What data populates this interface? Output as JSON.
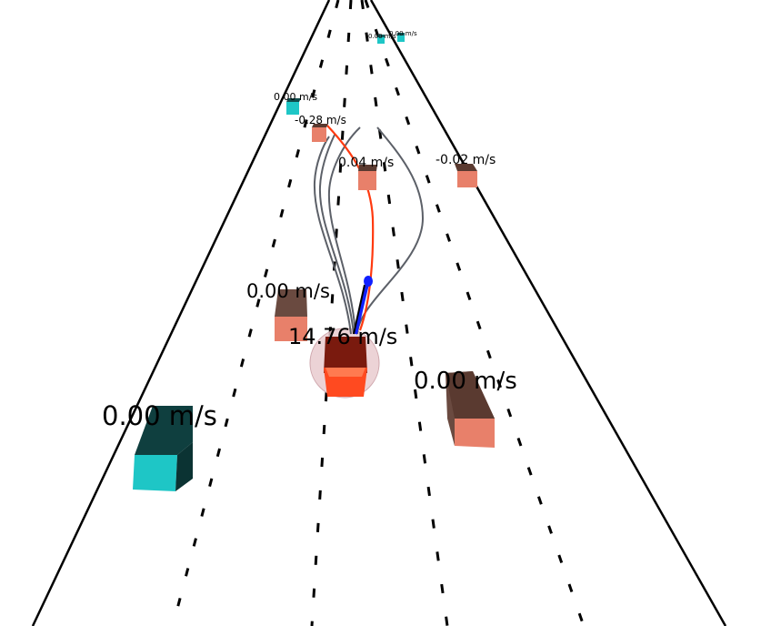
{
  "colors": {
    "background": "#ffffff",
    "road_line": "#000000",
    "ego_vehicle": "#8a1a10",
    "ego_halo": "#e7c8cc",
    "orange_vehicle": "#e8806a",
    "cyan_vehicle": "#1ec6c6",
    "planned_path": "#ff3a10",
    "candidate_paths": "#5c6068",
    "selected_path": "#1020ff"
  },
  "ego": {
    "speed_label": "14.76 m/s"
  },
  "vehicles": [
    {
      "id": "far-cyan-1",
      "kind": "cyan",
      "speed_label": "0.00 m/s"
    },
    {
      "id": "far-cyan-2",
      "kind": "cyan",
      "speed_label": "0.00 m/s"
    },
    {
      "id": "left-cyan",
      "kind": "cyan",
      "speed_label": "0.00 m/s"
    },
    {
      "id": "mid-orange-1",
      "kind": "orange",
      "speed_label": "-0.28 m/s"
    },
    {
      "id": "mid-orange-2",
      "kind": "orange",
      "speed_label": "0.04 m/s"
    },
    {
      "id": "right-orange",
      "kind": "orange",
      "speed_label": "-0.02 m/s"
    },
    {
      "id": "near-left-orange",
      "kind": "orange",
      "speed_label": "0.00 m/s"
    },
    {
      "id": "near-right-orange",
      "kind": "orange",
      "speed_label": "0.00 m/s"
    },
    {
      "id": "near-cyan",
      "kind": "cyan",
      "speed_label": "0.00 m/s"
    }
  ]
}
